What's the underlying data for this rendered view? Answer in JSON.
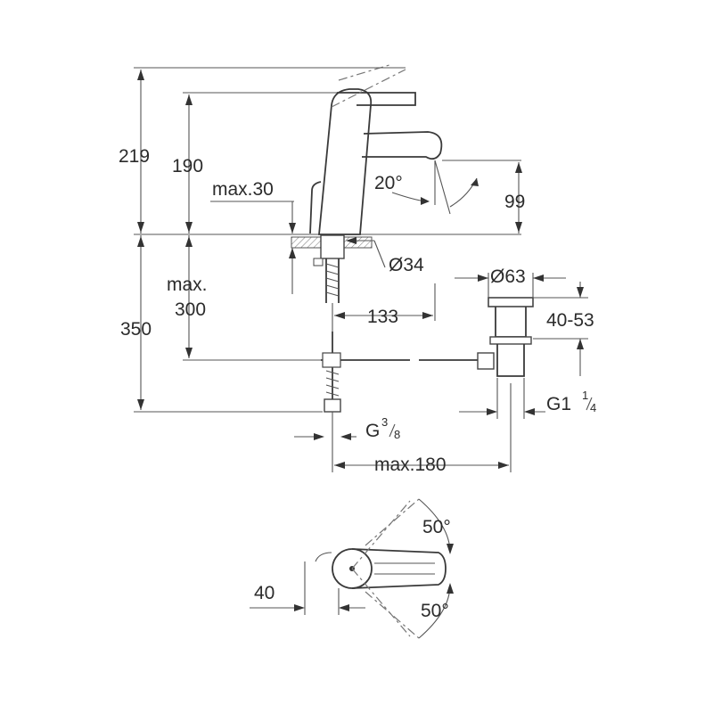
{
  "dimensions": {
    "d219": "219",
    "d190": "190",
    "max30": "max.30",
    "angle20": "20°",
    "d99": "99",
    "dia34": "Ø34",
    "max300_line1": "max.",
    "max300_line2": "300",
    "d350": "350",
    "d133": "133",
    "dia63": "Ø63",
    "d40_53": "40-53",
    "g114_base": "G1",
    "g114_num": "1",
    "g114_den": "4",
    "g38_base": "G",
    "g38_num": "3",
    "g38_den": "8",
    "max180": "max.180",
    "angle50_top": "50°",
    "angle50_bottom": "50°",
    "d40": "40"
  }
}
